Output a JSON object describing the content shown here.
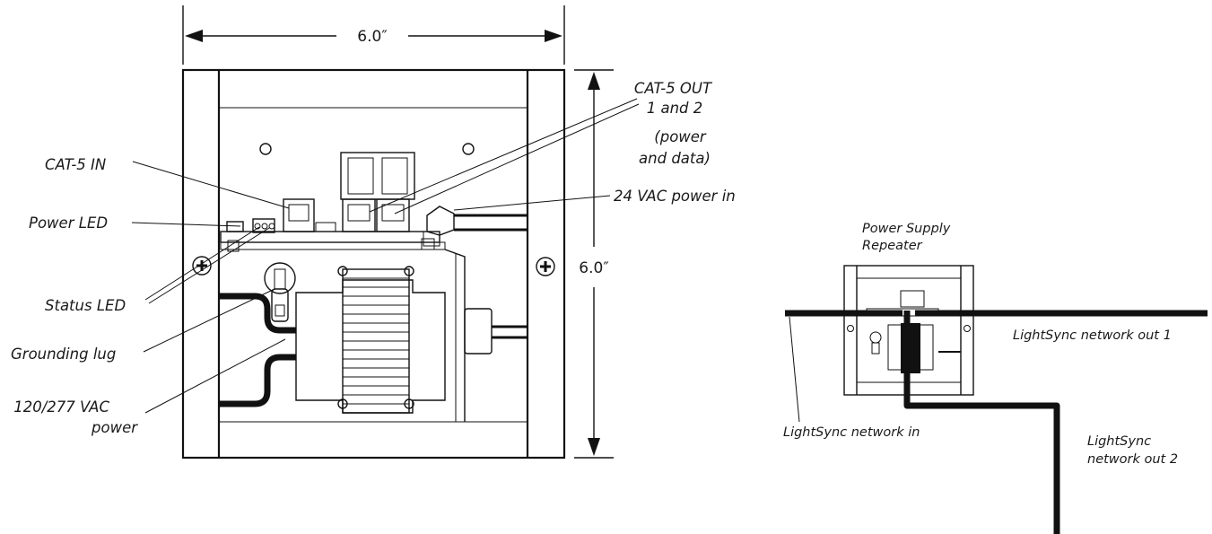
{
  "dimensions": {
    "width": "6.0″",
    "height": "6.0″"
  },
  "labels": {
    "cat5_in": "CAT-5  IN",
    "power_led": "Power LED",
    "status_led": "Status LED",
    "grounding_lug": "Grounding lug",
    "vac_power_line1": "120/277 VAC",
    "vac_power_line2": "power",
    "cat5_out_line1": "CAT-5 OUT",
    "cat5_out_line2": "1 and 2",
    "cat5_out_line3": "(power",
    "cat5_out_line4": "and data)",
    "vac24_in": "24 VAC power in"
  },
  "network": {
    "unit_line1": "Power Supply",
    "unit_line2": "Repeater",
    "net_in": "LightSync network in",
    "net_out1": "LightSync network out 1",
    "net_out2_line1": "LightSync",
    "net_out2_line2": "network out 2"
  },
  "icons": [
    "screw-icon",
    "rj45-jack-icon",
    "transformer-icon",
    "led-icon"
  ]
}
